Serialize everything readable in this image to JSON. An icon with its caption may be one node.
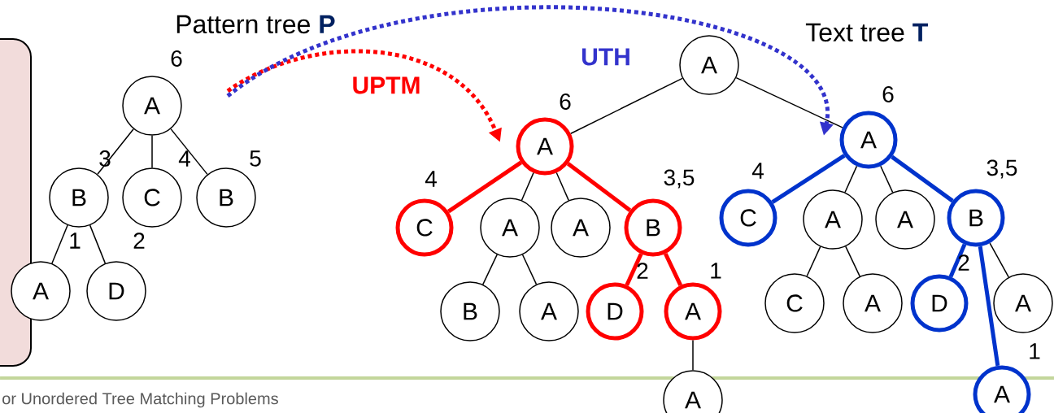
{
  "diagram": {
    "nodes": [
      {
        "text": [
          "A"
        ],
        "beside": [
          "6"
        ]
      },
      {
        "text": [
          "B"
        ],
        "beside": [
          "3"
        ]
      },
      {
        "text": [
          "C"
        ],
        "beside": [
          "4"
        ]
      },
      {
        "text": [
          "B"
        ],
        "beside": [
          "5"
        ]
      },
      {
        "text": [
          "A"
        ],
        "beside": [
          "1"
        ]
      },
      {
        "text": [
          "D"
        ],
        "beside": [
          "2"
        ]
      },
      {
        "text": [
          "A"
        ]
      },
      {
        "text": [
          "A"
        ],
        "beside": [
          "6"
        ]
      },
      {
        "text": [
          "C"
        ],
        "beside": [
          "4"
        ]
      },
      {
        "text": [
          "A"
        ]
      },
      {
        "text": [
          "A"
        ]
      },
      {
        "text": [
          "B"
        ],
        "beside": [
          "3,5"
        ]
      },
      {
        "text": [
          "B"
        ]
      },
      {
        "text": [
          "A"
        ]
      },
      {
        "text": [
          "D"
        ],
        "beside": [
          "2"
        ]
      },
      {
        "text": [
          "A"
        ],
        "beside": [
          "1"
        ]
      },
      {
        "text": [
          "A"
        ]
      },
      {
        "text": [
          "A"
        ],
        "beside": [
          "6"
        ]
      },
      {
        "text": [
          "C"
        ],
        "beside": [
          "4"
        ]
      },
      {
        "text": [
          "A"
        ]
      },
      {
        "text": [
          "A"
        ]
      },
      {
        "text": [
          "B"
        ],
        "beside": [
          "3,5"
        ]
      },
      {
        "text": [
          "C"
        ]
      },
      {
        "text": [
          "A"
        ]
      },
      {
        "text": [
          "D"
        ],
        "beside": [
          "2"
        ]
      },
      {
        "text": [
          "A"
        ]
      },
      {
        "text": [
          "A"
        ],
        "beside": [
          "1"
        ]
      }
    ],
    "edges": [
      {
        "from": 0,
        "to": 1,
        "arrow": "none"
      },
      {
        "from": 0,
        "to": 2,
        "arrow": "none"
      },
      {
        "from": 0,
        "to": 3,
        "arrow": "none"
      },
      {
        "from": 1,
        "to": 4,
        "arrow": "none"
      },
      {
        "from": 1,
        "to": 5,
        "arrow": "none"
      },
      {
        "from": 6,
        "to": 7,
        "arrow": "none"
      },
      {
        "from": 6,
        "to": 17,
        "arrow": "none"
      },
      {
        "from": 7,
        "to": 8,
        "arrow": "none",
        "style": "thick",
        "color": "#ff0000"
      },
      {
        "from": 7,
        "to": 9,
        "arrow": "none"
      },
      {
        "from": 7,
        "to": 10,
        "arrow": "none"
      },
      {
        "from": 7,
        "to": 11,
        "arrow": "none",
        "style": "thick",
        "color": "#ff0000"
      },
      {
        "from": 9,
        "to": 12,
        "arrow": "none"
      },
      {
        "from": 9,
        "to": 13,
        "arrow": "none"
      },
      {
        "from": 11,
        "to": 14,
        "arrow": "none",
        "style": "thick",
        "color": "#ff0000"
      },
      {
        "from": 11,
        "to": 15,
        "arrow": "none",
        "style": "thick",
        "color": "#ff0000"
      },
      {
        "from": 15,
        "to": 16,
        "arrow": "none"
      },
      {
        "from": 17,
        "to": 18,
        "arrow": "none",
        "style": "thick",
        "color": "#0033cc"
      },
      {
        "from": 17,
        "to": 19,
        "arrow": "none"
      },
      {
        "from": 17,
        "to": 20,
        "arrow": "none"
      },
      {
        "from": 17,
        "to": 21,
        "arrow": "none",
        "style": "thick",
        "color": "#0033cc"
      },
      {
        "from": 19,
        "to": 22,
        "arrow": "none"
      },
      {
        "from": 19,
        "to": 23,
        "arrow": "none"
      },
      {
        "from": 21,
        "to": 24,
        "arrow": "none",
        "style": "thick",
        "color": "#0033cc"
      },
      {
        "from": 21,
        "to": 25,
        "arrow": "none"
      },
      {
        "from": 21,
        "to": 26,
        "arrow": "none",
        "style": "thick",
        "color": "#0033cc"
      },
      {
        "from": null,
        "to": 7,
        "arrow": "to",
        "label": "UPTM",
        "style": "dashed",
        "color": "#ff0000"
      },
      {
        "from": null,
        "to": 17,
        "arrow": "to",
        "label": "UTH",
        "style": "dashed",
        "color": "#3333cc"
      }
    ],
    "labels": [
      "Pattern tree **P**",
      "Text tree **T**",
      "or Unordered Tree Matching Problems"
    ]
  }
}
